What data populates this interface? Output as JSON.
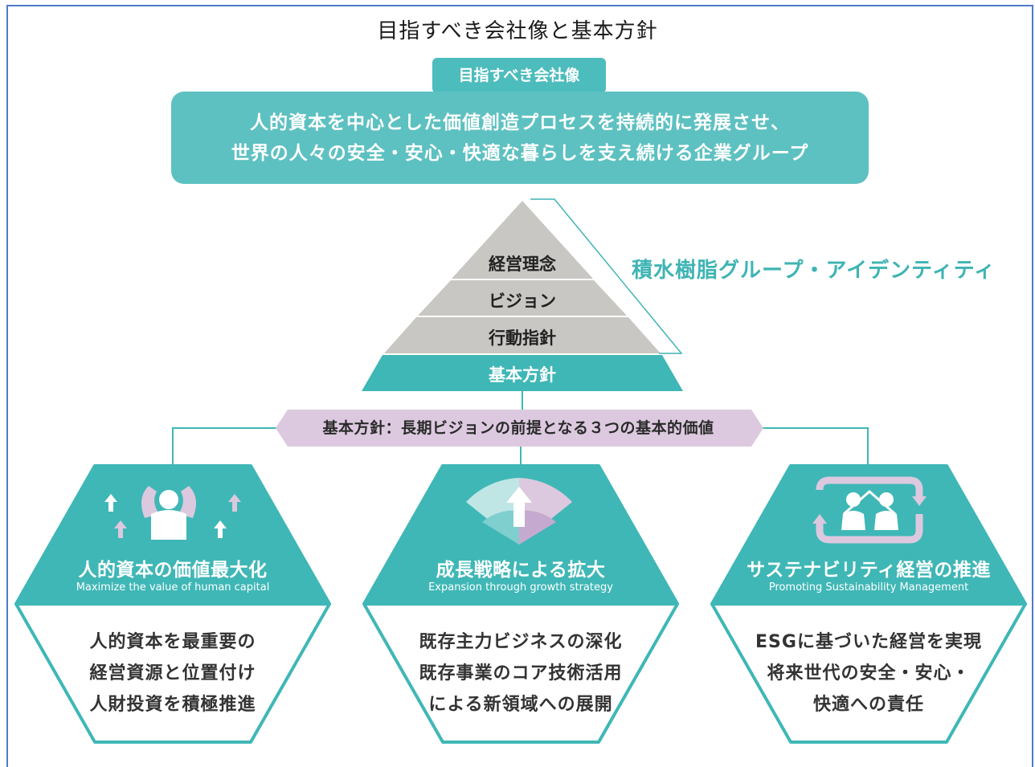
{
  "page_title": "目指すべき会社像と基本方針",
  "vision": {
    "tag": "目指すべき会社像",
    "lines": [
      "人的資本を中心とした価値創造プロセスを持続的に発展させ、",
      "世界の人々の安全・安心・快適な暮らしを支え続ける企業グループ"
    ]
  },
  "pyramid": {
    "levels": [
      "経営理念",
      "ビジョン",
      "行動指針",
      "基本方針"
    ],
    "identity_label": "積水樹脂グループ・アイデンティティ"
  },
  "policy_banner": "基本方針：長期ビジョンの前提となる３つの基本的価値",
  "cards": [
    {
      "title": "人的資本の価値最大化",
      "subtitle": "Maximize the value of human capital",
      "lines": [
        "人的資本を最重要の",
        "経営資源と位置付け",
        "人財投資を積極推進"
      ],
      "icon": "people-growth-icon"
    },
    {
      "title": "成長戦略による拡大",
      "subtitle": "Expansion through growth strategy",
      "lines": [
        "既存主力ビジネスの深化",
        "既存事業のコア技術活用",
        "による新領域への展開"
      ],
      "icon": "expansion-fan-icon"
    },
    {
      "title": "サステナビリティ経営の推進",
      "subtitle": "Promoting Sustainability Management",
      "lines": [
        "ESGに基づいた経営を実現",
        "将来世代の安全・安心・",
        "快適への責任"
      ],
      "icon": "sustainability-cycle-icon"
    }
  ],
  "colors": {
    "teal": "#3fb7b6",
    "teal_light": "#5ec1c1",
    "gray": "#c9c7c3",
    "lavender": "#dcc9df",
    "frame_blue": "#4f7bc9"
  }
}
